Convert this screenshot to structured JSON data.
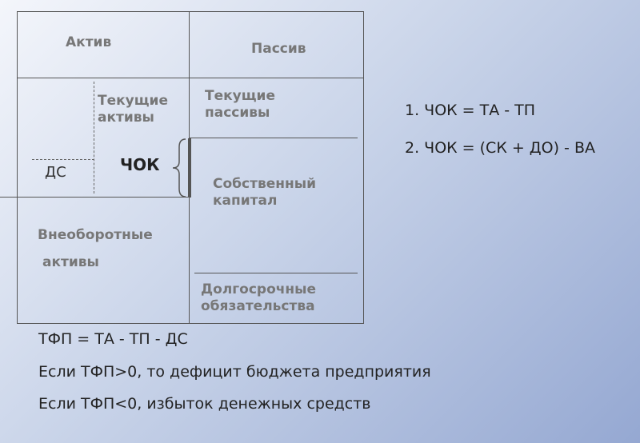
{
  "balance": {
    "aktiv": "Актив",
    "passiv": "Пассив",
    "current_assets": "Текущие\nактивы",
    "current_liabilities": "Текущие\nпассивы",
    "ds": "ДС",
    "chok": "ЧОК",
    "equity": "Собственный\nкапитал",
    "noncurrent_assets_1": "Внеоборотные",
    "noncurrent_assets_2": "активы",
    "longterm": "Долгосрочные\nобязательства"
  },
  "formulas": {
    "chok1": "1. ЧОК = ТА - ТП",
    "chok2": "2. ЧОК = (СК + ДО) - ВА",
    "tfp": "ТФП = ТА - ТП - ДС",
    "deficit": "Если ТФП>0, то дефицит бюджета предприятия",
    "surplus": "Если ТФП<0, избыток денежных средств"
  }
}
